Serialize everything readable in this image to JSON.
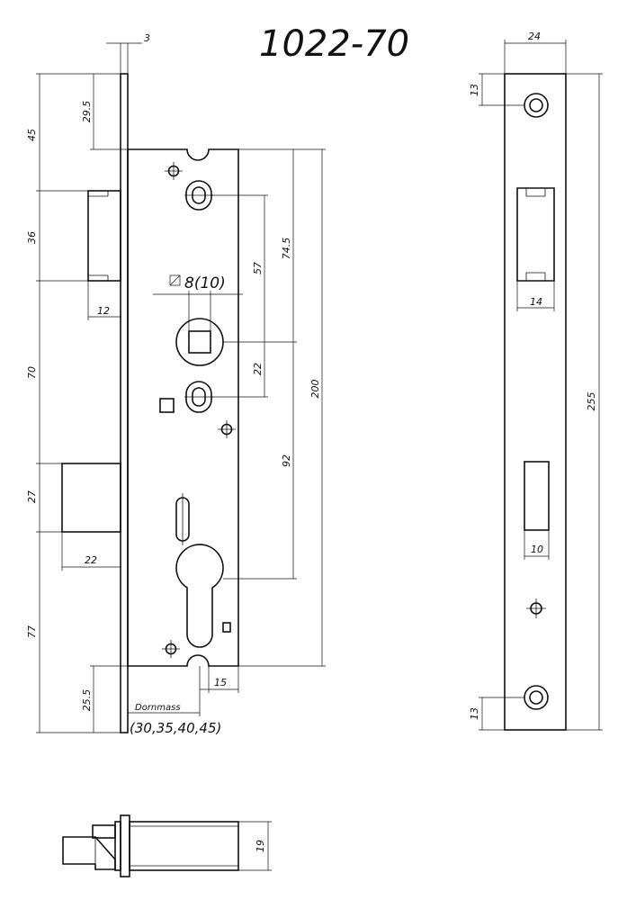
{
  "title": "1022-70",
  "front_view": {
    "spindle": "8(10)",
    "dornmass_label": "Dornmass",
    "dornmass_values": "(30,35,40,45)",
    "dims": {
      "faceplate_thickness": "3",
      "top_offset": "29.5",
      "top_block": "45",
      "latch_height": "36",
      "latch_projection": "12",
      "middle_gap": "70",
      "bolt_height": "27",
      "bolt_projection": "22",
      "bottom_block": "77",
      "bottom_offset": "25.5",
      "backset_edge": "15",
      "spindle_to_latch": "57",
      "spindle_to_top": "74.5",
      "spindle_to_slot": "22",
      "spindle_to_cylinder": "92",
      "case_height": "200"
    }
  },
  "side_view": {
    "dims": {
      "faceplate_width": "24",
      "screw_top": "13",
      "latch_opening": "14",
      "total_length": "255",
      "bolt_opening": "10",
      "screw_bottom": "13"
    }
  },
  "bottom_view": {
    "dims": {
      "thickness": "19"
    }
  }
}
